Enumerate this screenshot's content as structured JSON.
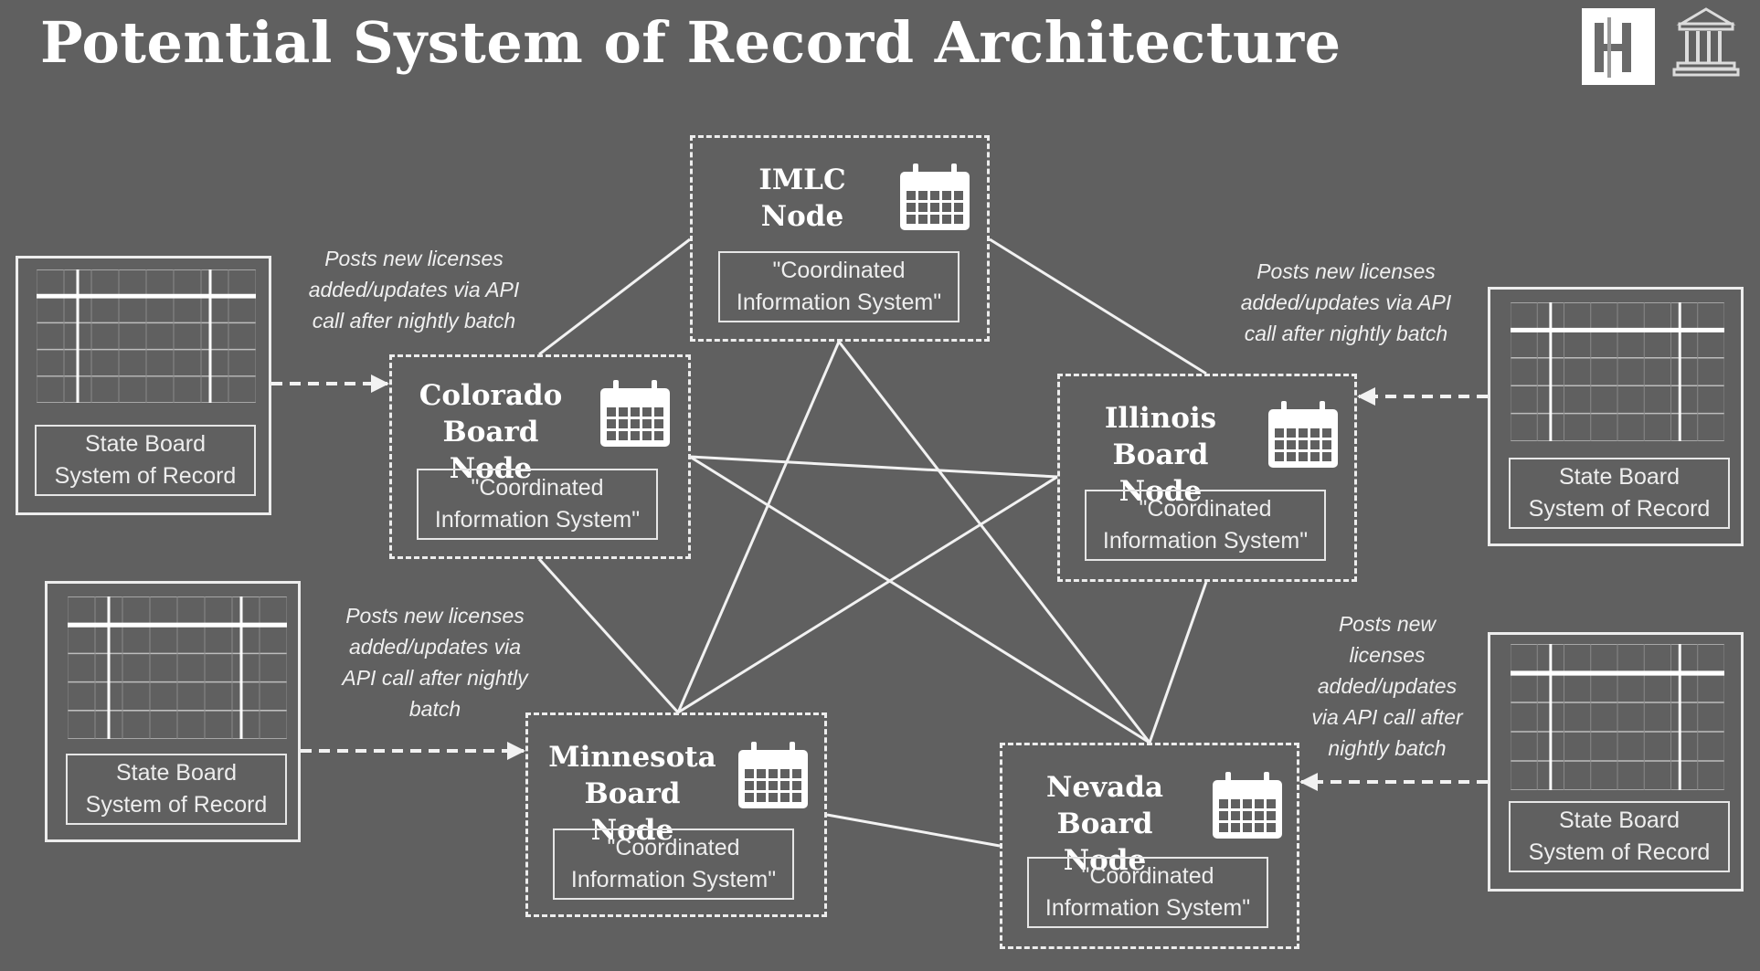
{
  "title": "Potential System of Record Architecture",
  "logos": [
    "h-logo-icon",
    "building-logo-icon"
  ],
  "nodes": {
    "imlc": {
      "name": "IMLC\nNode",
      "system": "\"Coordinated\nInformation System\""
    },
    "colorado": {
      "name": "Colorado\nBoard Node",
      "system": "\"Coordinated\nInformation System\""
    },
    "illinois": {
      "name": "Illinois\nBoard Node",
      "system": "\"Coordinated\nInformation System\""
    },
    "minnesota": {
      "name": "Minnesota\nBoard Node",
      "system": "\"Coordinated\nInformation System\""
    },
    "nevada": {
      "name": "Nevada\nBoard Node",
      "system": "\"Coordinated\nInformation System\""
    }
  },
  "systems_of_record": {
    "top_left": "State Board\nSystem of Record",
    "bottom_left": "State Board\nSystem of Record",
    "top_right": "State Board\nSystem of Record",
    "bottom_right": "State Board\nSystem of Record"
  },
  "notes": {
    "top_left": "Posts new licenses\nadded/updates via API\ncall after nightly batch",
    "bottom_left": "Posts new licenses\nadded/updates via\nAPI call after nightly\nbatch",
    "top_right": "Posts new licenses\nadded/updates via API\ncall after nightly batch",
    "bottom_right": "Posts new\nlicenses\nadded/updates\nvia API call after\nnightly batch"
  },
  "connections": [
    [
      "imlc",
      "colorado"
    ],
    [
      "imlc",
      "illinois"
    ],
    [
      "imlc",
      "minnesota"
    ],
    [
      "imlc",
      "nevada"
    ],
    [
      "colorado",
      "illinois"
    ],
    [
      "colorado",
      "minnesota"
    ],
    [
      "colorado",
      "nevada"
    ],
    [
      "illinois",
      "minnesota"
    ],
    [
      "illinois",
      "nevada"
    ],
    [
      "minnesota",
      "nevada"
    ]
  ],
  "feeds": [
    [
      "sor-top-left",
      "colorado"
    ],
    [
      "sor-bottom-left",
      "minnesota"
    ],
    [
      "sor-top-right",
      "illinois"
    ],
    [
      "sor-bottom-right",
      "nevada"
    ]
  ],
  "colors": {
    "background": "#606060",
    "line": "#f2f2f2",
    "text": "#ffffff"
  }
}
